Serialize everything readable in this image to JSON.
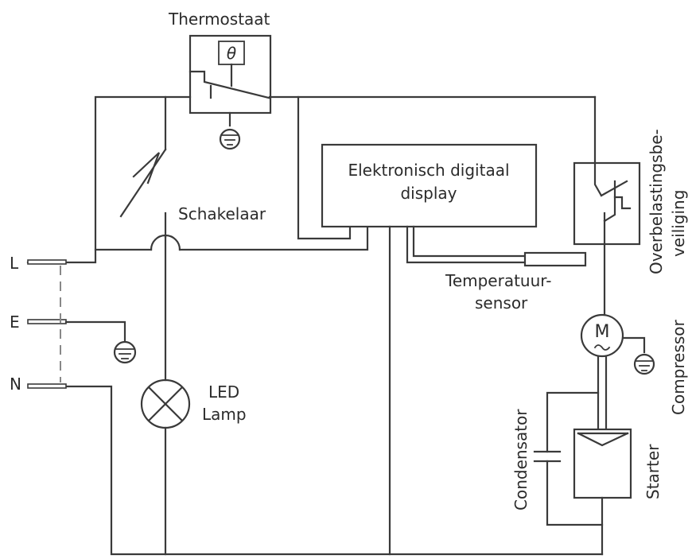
{
  "diagram": {
    "labels": {
      "thermostat": "Thermostaat",
      "thermostat_symbol": "θ",
      "switch": "Schakelaar",
      "display_line1": "Elektronisch digitaal",
      "display_line2": "display",
      "overload_line1": "Overbelastingsbe-",
      "overload_line2": "veiliging",
      "sensor_line1": "Temperatuur-",
      "sensor_line2": "sensor",
      "compressor": "Compressor",
      "motor_symbol": "M",
      "lamp_line1": "LED",
      "lamp_line2": "Lamp",
      "condenser": "Condensator",
      "starter": "Starter",
      "terminal_l": "L",
      "terminal_e": "E",
      "terminal_n": "N"
    },
    "colors": {
      "line": "#3a3a3a",
      "text": "#2b2b2b",
      "background": "#ffffff"
    }
  }
}
